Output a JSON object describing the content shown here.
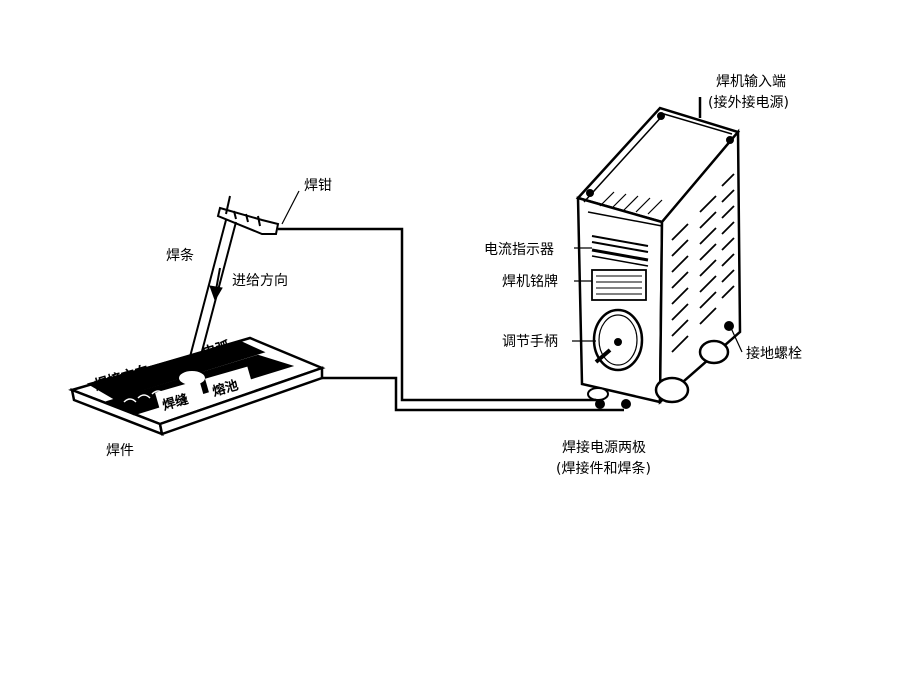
{
  "labels": {
    "input_terminal": "焊机输入端",
    "input_terminal_note": "(接外接电源)",
    "electrode_holder": "焊钳",
    "electrode": "焊条",
    "feed_direction": "进给方向",
    "current_indicator": "电流指示器",
    "nameplate": "焊机铭牌",
    "adjust_handle": "调节手柄",
    "ground_bolt": "接地螺栓",
    "weld_direction": "焊接方向",
    "arc": "电弧",
    "weld_seam": "焊缝",
    "molten_pool": "熔池",
    "workpiece": "焊件",
    "poles": "焊接电源两极",
    "poles_note": "(焊接件和焊条)"
  },
  "colors": {
    "ink": "#000000",
    "background": "#ffffff"
  }
}
